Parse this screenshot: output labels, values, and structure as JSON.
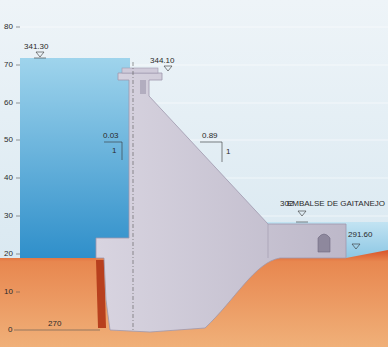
{
  "diagram": {
    "labels": [
      "80",
      "70",
      "60",
      "50",
      "40",
      "30",
      "20",
      "10",
      "0",
      "341.30",
      "344.10",
      "0.03",
      "1",
      "0.89",
      "1",
      "302",
      "EMBALSE DE GAITANEJO",
      "291.60",
      "270"
    ]
  }
}
